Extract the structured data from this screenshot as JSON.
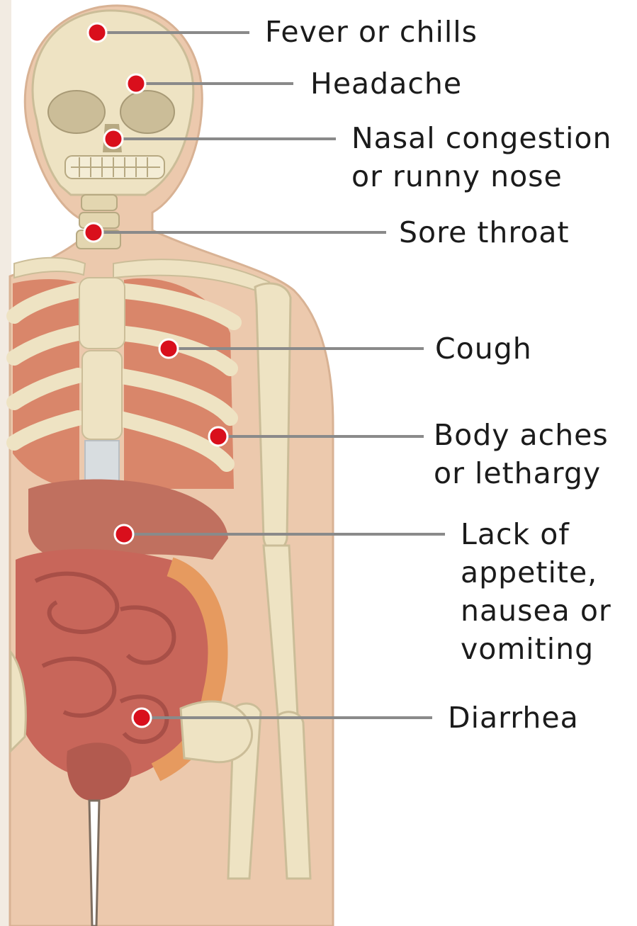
{
  "figure": {
    "kind": "anatomical symptom diagram",
    "colors": {
      "background": "#ffffff",
      "skin": "#ecc9ad",
      "bone": "#eee3c3",
      "organ": "#c8665a",
      "lung": "#d9866a",
      "marker": "#d90f1c",
      "leader_line": "#8a8a8a",
      "text": "#1b1b1b"
    }
  },
  "symptoms": [
    {
      "lines": [
        "Fever or chills"
      ]
    },
    {
      "lines": [
        "Headache"
      ]
    },
    {
      "lines": [
        "Nasal congestion",
        "or runny nose"
      ]
    },
    {
      "lines": [
        "Sore throat"
      ]
    },
    {
      "lines": [
        "Cough"
      ]
    },
    {
      "lines": [
        "Body aches",
        "or lethargy"
      ]
    },
    {
      "lines": [
        "Lack of",
        "appetite,",
        "nausea or",
        "vomiting"
      ]
    },
    {
      "lines": [
        "Diarrhea"
      ]
    }
  ]
}
